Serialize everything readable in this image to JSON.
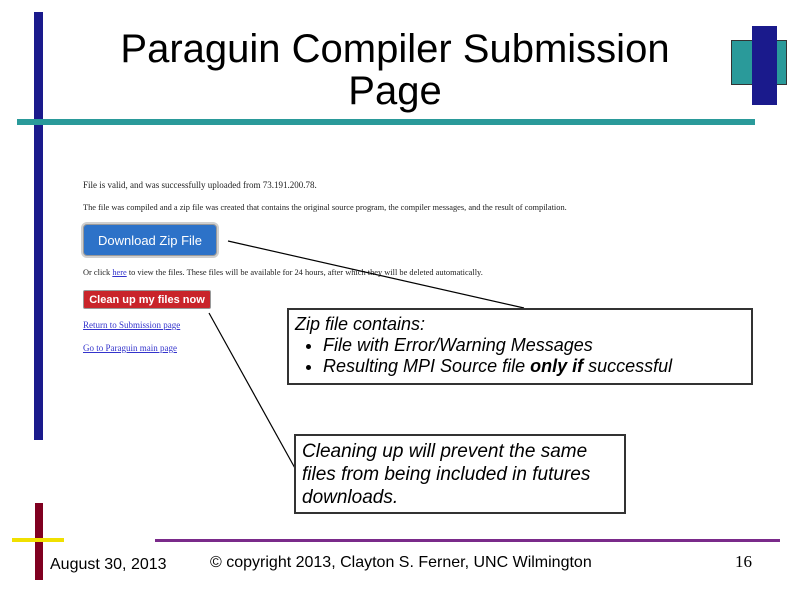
{
  "title": {
    "line1": "Paraguin Compiler Submission",
    "line2": "Page"
  },
  "screenshot": {
    "status_line": "File is valid, and was successfully uploaded from 73.191.200.78.",
    "compiled_line": "The file was compiled and a zip file was created that contains the original source program, the compiler messages, and the result of compilation.",
    "download_button": "Download Zip File",
    "click_prefix": "Or click ",
    "click_link": "here",
    "click_suffix": " to view the files. These files will be available for 24 hours, after which they will be deleted automatically.",
    "cleanup_button": "Clean up my files now",
    "return_link": "Return to Submission page",
    "main_link": "Go to Paraguin main page"
  },
  "callout_zip": {
    "heading": "Zip file contains:",
    "item1": "File with Error/Warning Messages",
    "item2_pre": "Resulting MPI Source file ",
    "item2_bold": "only if",
    "item2_post": " successful"
  },
  "callout_cleanup": {
    "text": "Cleaning up will prevent the same files from being included in futures downloads."
  },
  "footer": {
    "date": "August 30, 2013",
    "copyright": "© copyright 2013, Clayton S. Ferner, UNC Wilmington",
    "page_number": "16"
  },
  "colors": {
    "navy": "#1a1a8c",
    "teal": "#2a9a9a",
    "maroon": "#800020",
    "yellow": "#f0e000",
    "purple": "#7a2a8a"
  }
}
